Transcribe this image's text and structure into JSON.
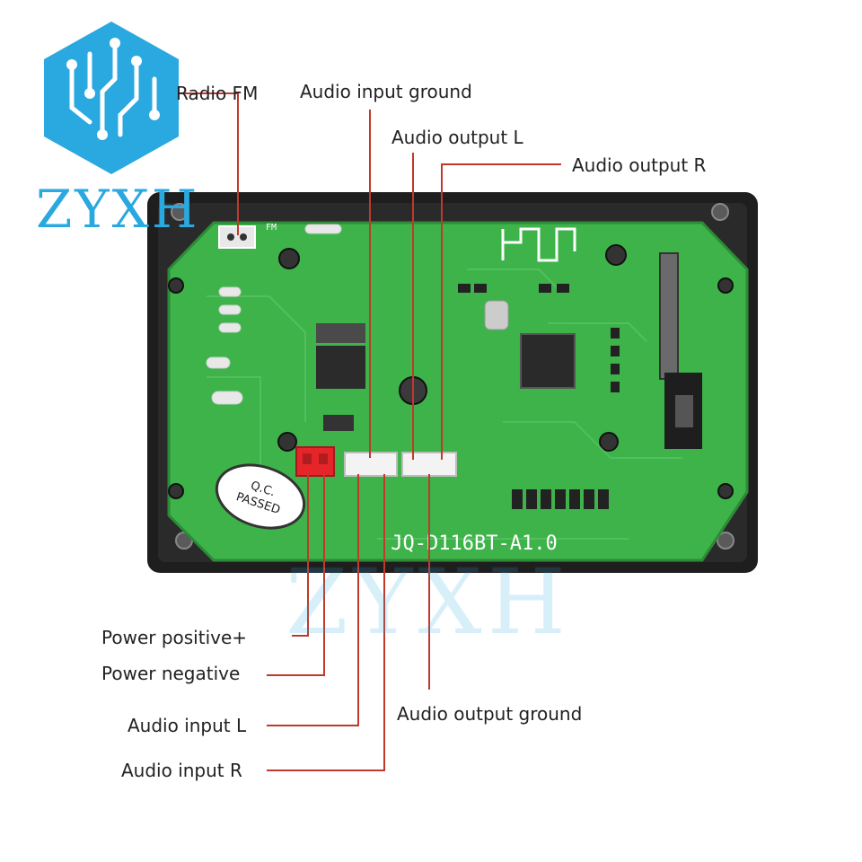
{
  "brand": {
    "name": "ZYXH",
    "color": "#2aa8e0"
  },
  "watermark": "ZYXH",
  "board": {
    "model": "JQ-D116BT-A1.0",
    "qc_line1": "Q.C.",
    "qc_line2": "PASSED",
    "fm_mark": "FM",
    "pcb_color": "#3db34a",
    "frame_color": "#1e1e1e"
  },
  "leader_color": "#c0392b",
  "labels": {
    "radio_fm": "Radio FM",
    "audio_input_ground": "Audio input ground",
    "audio_output_l": "Audio output L",
    "audio_output_r": "Audio output R",
    "power_positive": "Power positive+",
    "power_negative": "Power negative",
    "audio_input_l": "Audio input L",
    "audio_input_r": "Audio input R",
    "audio_output_ground": "Audio output ground"
  }
}
